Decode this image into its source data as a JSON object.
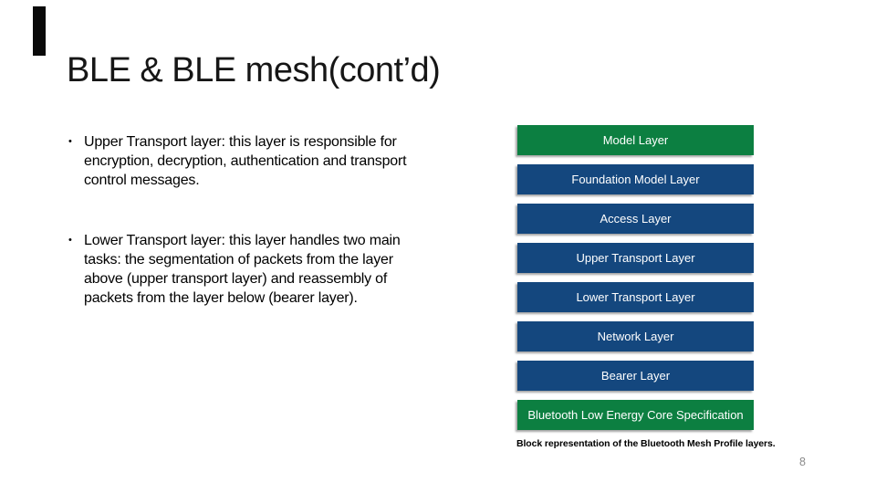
{
  "slide": {
    "title": "BLE & BLE mesh(cont’d)",
    "page_number": "8",
    "bullet_marker": "•",
    "bullets": [
      {
        "lines": [
          "Upper Transport layer: this layer is responsible for",
          "encryption, decryption, authentication and transport",
          "control messages."
        ]
      },
      {
        "lines": [
          "Lower Transport layer: this layer handles two main",
          "tasks: the segmentation of packets from the layer",
          "above (upper transport layer) and reassembly of",
          "packets from the layer below (bearer layer)."
        ]
      }
    ],
    "diagram": {
      "caption": "Block representation of the Bluetooth Mesh Profile layers.",
      "colors": {
        "green": "#0c7f41",
        "blue": "#14477e",
        "label_text": "#ffffff"
      },
      "layers": [
        {
          "label": "Model Layer",
          "color": "green"
        },
        {
          "label": "Foundation Model Layer",
          "color": "blue"
        },
        {
          "label": "Access Layer",
          "color": "blue"
        },
        {
          "label": "Upper Transport Layer",
          "color": "blue"
        },
        {
          "label": "Lower Transport Layer",
          "color": "blue"
        },
        {
          "label": "Network Layer",
          "color": "blue"
        },
        {
          "label": "Bearer Layer",
          "color": "blue"
        },
        {
          "label": "Bluetooth Low Energy Core Specification",
          "color": "green"
        }
      ]
    }
  }
}
